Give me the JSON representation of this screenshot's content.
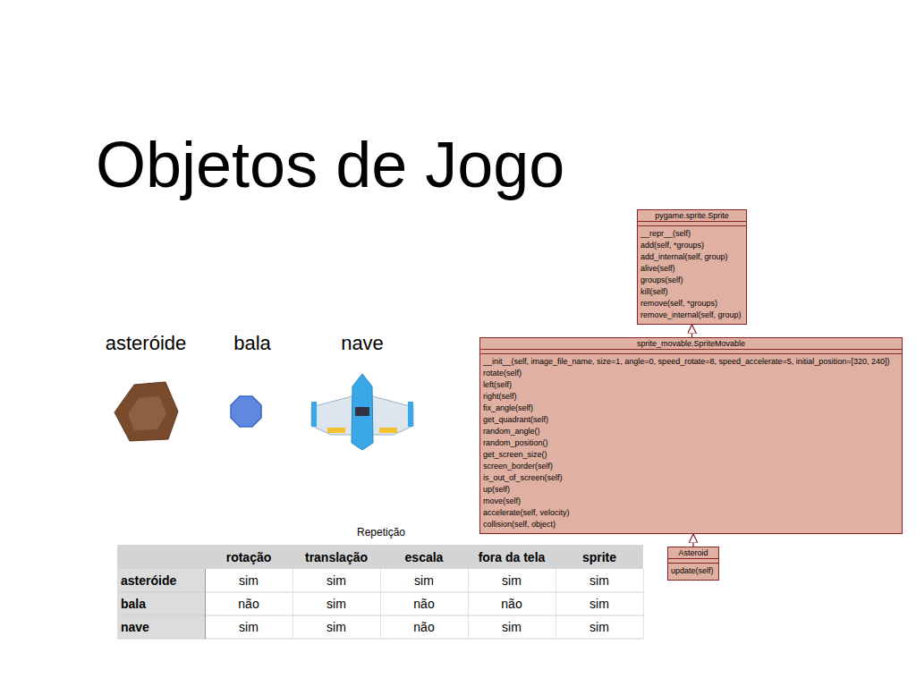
{
  "diagram": {
    "title": "Objetos de Jogo",
    "nodes": [
      {
        "text": [
          "pygame.sprite.Sprite",
          "__repr__(self)",
          "add(self, *groups)",
          "add_internal(self, group)",
          "alive(self)",
          "groups(self)",
          "kill(self)",
          "remove(self, *groups)",
          "remove_internal(self, group)"
        ]
      },
      {
        "text": [
          "sprite_movable.SpriteMovable",
          "__init__(self, image_file_name, size=1, angle=0, speed_rotate=8, speed_accelerate=5, initial_position=[320, 240])",
          "rotate(self)",
          "left(self)",
          "right(self)",
          "fix_angle(self)",
          "get_quadrant(self)",
          "random_angle()",
          "random_position()",
          "get_screen_size()",
          "screen_border(self)",
          "is_out_of_screen(self)",
          "up(self)",
          "move(self)",
          "accelerate(self, velocity)",
          "collision(self, object)"
        ]
      },
      {
        "text": [
          "Asteroid",
          "update(self)"
        ]
      }
    ],
    "edges": [
      {
        "from": 1,
        "to": 0,
        "arrow": "to"
      },
      {
        "from": 2,
        "to": 1,
        "arrow": "to"
      }
    ],
    "labels": [
      "asteróide",
      "bala",
      "nave",
      "Repetição",
      "rotação",
      "translação",
      "escala",
      "fora da tela",
      "sprite",
      "asteróide",
      "sim",
      "sim",
      "sim",
      "sim",
      "sim",
      "bala",
      "não",
      "sim",
      "não",
      "não",
      "sim",
      "nave",
      "sim",
      "sim",
      "não",
      "sim",
      "sim"
    ]
  }
}
